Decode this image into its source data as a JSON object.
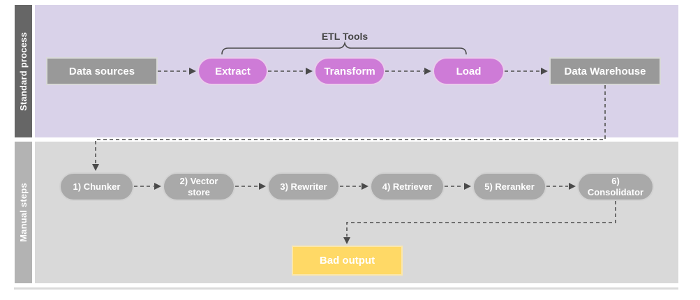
{
  "lanes": [
    {
      "label": "Standard process"
    },
    {
      "label": "Manual steps"
    }
  ],
  "standard_process": {
    "group_label": "ETL Tools",
    "nodes": [
      {
        "label": "Data sources"
      },
      {
        "label": "Extract"
      },
      {
        "label": "Transform"
      },
      {
        "label": "Load"
      },
      {
        "label": "Data Warehouse"
      }
    ]
  },
  "manual_steps": {
    "nodes": [
      {
        "label": "1) Chunker"
      },
      {
        "label": "2) Vector store"
      },
      {
        "label": "3) Rewriter"
      },
      {
        "label": "4) Retriever"
      },
      {
        "label": "5) Reranker"
      },
      {
        "label": "6) Consolidator"
      }
    ],
    "result": {
      "label": "Bad output"
    }
  },
  "colors": {
    "standard_lane_bg": "#d9d2e9",
    "standard_sidebar_bg": "#666666",
    "manual_lane_bg": "#d9d9d9",
    "manual_sidebar_bg": "#b3b3b3",
    "source_node_bg": "#999999",
    "etl_node_bg": "#ce7bd7",
    "manual_node_bg": "#a9a9a9",
    "bad_output_bg": "#ffd966",
    "connector": "#616161",
    "arrowhead": "#4a4a4a"
  }
}
